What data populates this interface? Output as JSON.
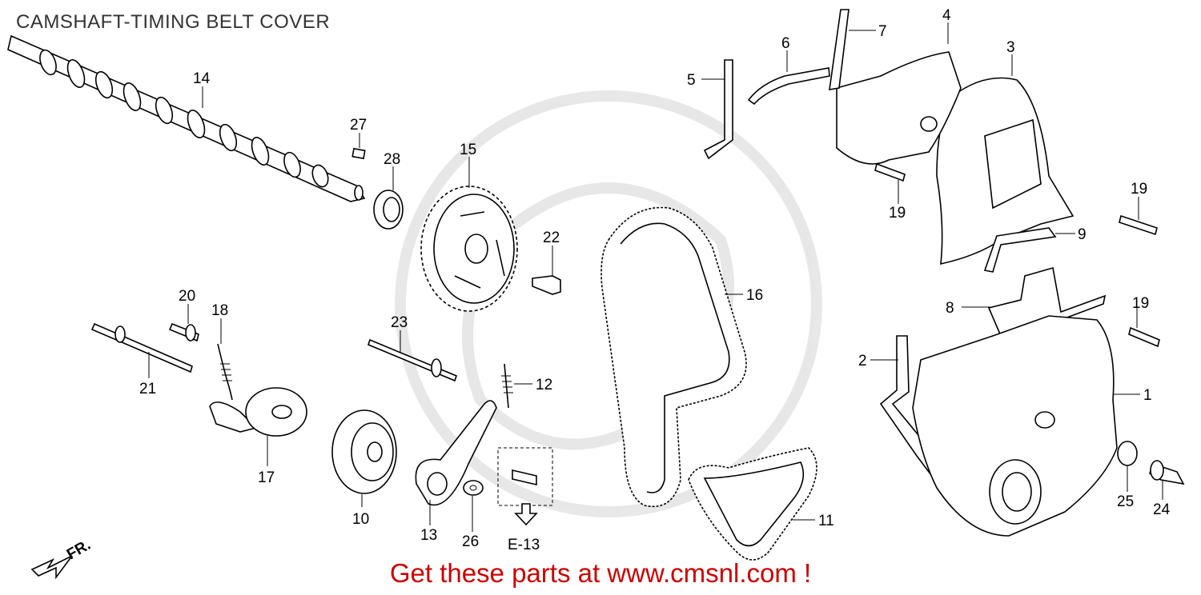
{
  "title": "CAMSHAFT-TIMING BELT COVER",
  "promo_text": "Get these parts at www.cmsnl.com !",
  "promo_color": "#cc0000",
  "front_marker": "FR.",
  "reference_page": "E-13",
  "parts": {
    "p1": "1",
    "p2": "2",
    "p3": "3",
    "p4": "4",
    "p5": "5",
    "p6": "6",
    "p7": "7",
    "p8": "8",
    "p9": "9",
    "p10": "10",
    "p11": "11",
    "p12": "12",
    "p13": "13",
    "p14": "14",
    "p15": "15",
    "p16": "16",
    "p17": "17",
    "p18": "18",
    "p19a": "19",
    "p19b": "19",
    "p19c": "19",
    "p20": "20",
    "p21": "21",
    "p22": "22",
    "p23": "23",
    "p24": "24",
    "p25": "25",
    "p26": "26",
    "p27": "27",
    "p28": "28"
  }
}
